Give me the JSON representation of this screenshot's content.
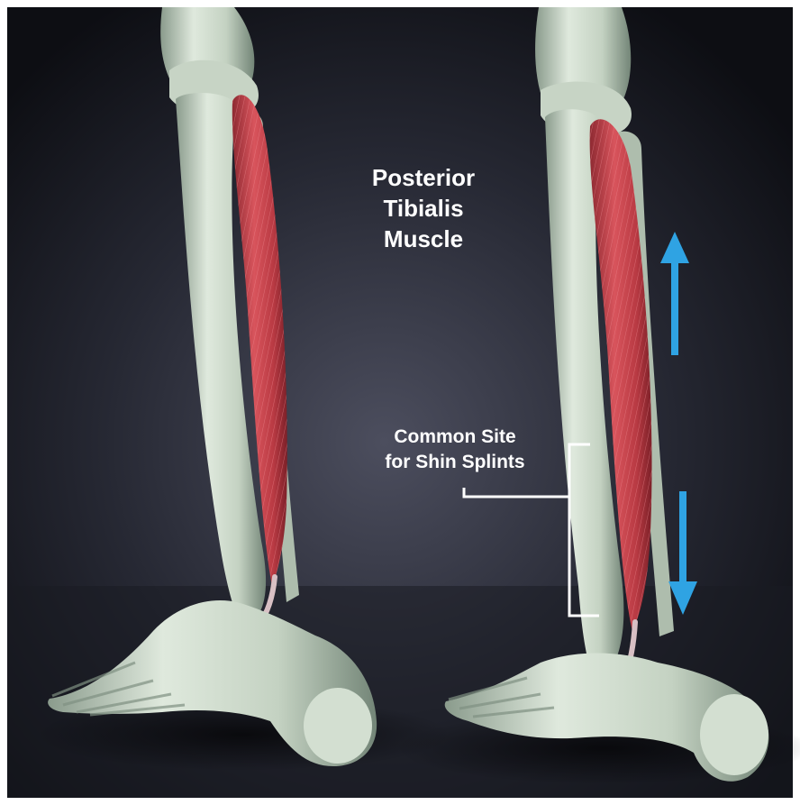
{
  "labels": {
    "muscle_title": [
      "Posterior",
      "Tibialis",
      "Muscle"
    ],
    "site_label": [
      "Common Site",
      "for Shin Splints"
    ]
  },
  "icons": {
    "up_arrow": "arrow-up-icon",
    "down_arrow": "arrow-down-icon"
  },
  "colors": {
    "background": "#15161c",
    "bone": "#c9d6c7",
    "bone_shadow": "#7f9082",
    "muscle": "#c0424a",
    "muscle_light": "#e27a82",
    "arrow": "#2fa3e3",
    "callout": "#ffffff",
    "text": "#ffffff"
  }
}
